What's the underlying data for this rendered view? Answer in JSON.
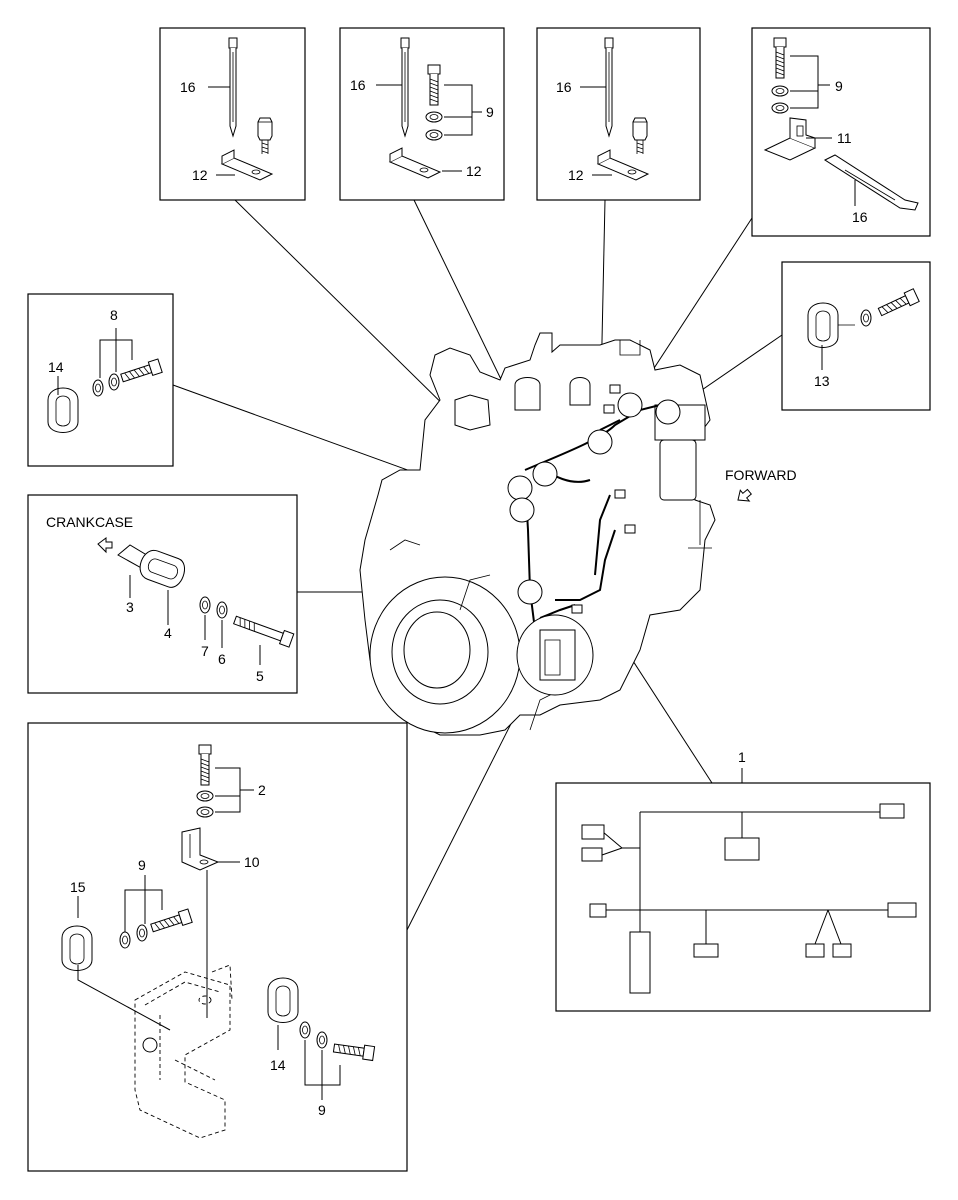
{
  "labels": {
    "forward": "FORWARD",
    "crankcase": "CRANKCASE"
  },
  "callouts": {
    "box1": {
      "tie": "16",
      "clip": "12"
    },
    "box2": {
      "tie": "16",
      "bolt": "9",
      "clip": "12"
    },
    "box3": {
      "tie": "16",
      "clip": "12"
    },
    "box4": {
      "bolt": "9",
      "bracket": "11",
      "tie": "16"
    },
    "box5": {
      "clamp": "13"
    },
    "box6": {
      "bolt": "8",
      "clamp": "14"
    },
    "crankcase": {
      "sleeve": "3",
      "clamp": "4",
      "washer": "7",
      "lockwasher": "6",
      "bolt": "5"
    },
    "harness": {
      "item": "1"
    },
    "bottom": {
      "bolt": "2",
      "bracket": "10",
      "bolt9a": "9",
      "clamp15": "15",
      "clamp14": "14",
      "bolt9b": "9"
    }
  },
  "icons": {
    "forward_arrow": "arrow-icon",
    "crankcase_arrow": "arrow-icon"
  }
}
